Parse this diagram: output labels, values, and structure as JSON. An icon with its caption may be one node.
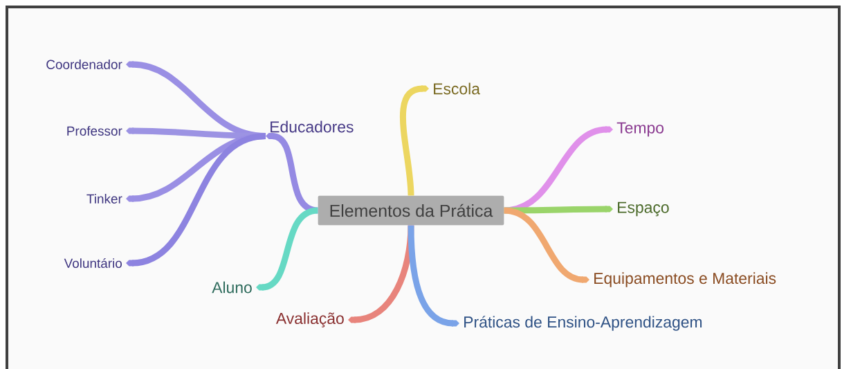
{
  "diagram": {
    "nodes": [
      {
        "text": [
          "Elementos da Prática"
        ]
      },
      {
        "text": [
          "Educadores"
        ]
      },
      {
        "text": [
          "Coordenador"
        ]
      },
      {
        "text": [
          "Professor"
        ]
      },
      {
        "text": [
          "Tinker"
        ]
      },
      {
        "text": [
          "Voluntário"
        ]
      },
      {
        "text": [
          "Aluno"
        ]
      },
      {
        "text": [
          "Avaliação"
        ]
      },
      {
        "text": [
          "Práticas de Ensino-Aprendizagem"
        ]
      },
      {
        "text": [
          "Escola"
        ]
      },
      {
        "text": [
          "Tempo"
        ]
      },
      {
        "text": [
          "Espaço"
        ]
      },
      {
        "text": [
          "Equipamentos e Materiais"
        ]
      }
    ],
    "edges": [
      {
        "from": 0,
        "to": 1,
        "arrow": "to",
        "color": "#958ae3"
      },
      {
        "from": 1,
        "to": 2,
        "arrow": "to",
        "color": "#9a8fe4"
      },
      {
        "from": 1,
        "to": 3,
        "arrow": "to",
        "color": "#9c93e3"
      },
      {
        "from": 1,
        "to": 4,
        "arrow": "to",
        "color": "#9a8fe4"
      },
      {
        "from": 1,
        "to": 5,
        "arrow": "to",
        "color": "#8d83e0"
      },
      {
        "from": 0,
        "to": 6,
        "arrow": "to",
        "color": "#66d9c4"
      },
      {
        "from": 0,
        "to": 7,
        "arrow": "to",
        "color": "#e8847c"
      },
      {
        "from": 0,
        "to": 8,
        "arrow": "to",
        "color": "#7aa3e8"
      },
      {
        "from": 0,
        "to": 9,
        "arrow": "to",
        "color": "#ecd660"
      },
      {
        "from": 0,
        "to": 10,
        "arrow": "to",
        "color": "#e090ea"
      },
      {
        "from": 0,
        "to": 11,
        "arrow": "to",
        "color": "#9ad46a"
      },
      {
        "from": 0,
        "to": 12,
        "arrow": "to",
        "color": "#f0a870"
      }
    ]
  }
}
